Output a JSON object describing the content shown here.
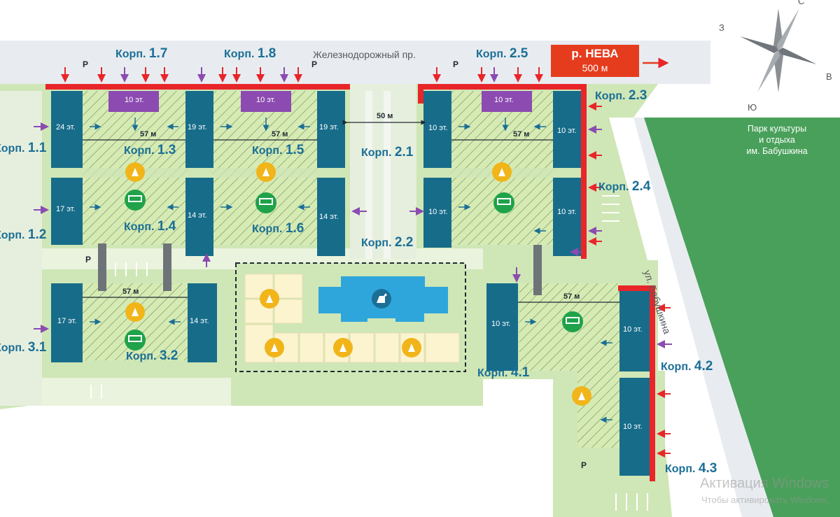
{
  "road_top": "Железнодорожный пр.",
  "road_right": "ул. Бабушкина",
  "neva": {
    "name": "р. НЕВА",
    "distance": "500 м"
  },
  "park": {
    "line1": "Парк культуры",
    "line2": "и отдыха",
    "line3": "им. Бабушкина"
  },
  "compass": {
    "west": "З",
    "east": "В",
    "south": "Ю",
    "north": "С"
  },
  "corpus_prefix": "Корп.",
  "corpuses": {
    "c1_1": "1.1",
    "c1_2": "1.2",
    "c1_3": "1.3",
    "c1_4": "1.4",
    "c1_5": "1.5",
    "c1_6": "1.6",
    "c1_7": "1.7",
    "c1_8": "1.8",
    "c2_1": "2.1",
    "c2_2": "2.2",
    "c2_3": "2.3",
    "c2_4": "2.4",
    "c2_5": "2.5",
    "c3_1": "3.1",
    "c3_2": "3.2",
    "c4_1": "4.1",
    "c4_2": "4.2",
    "c4_3": "4.3"
  },
  "floors": {
    "f24": "24 эт.",
    "f19": "19 эт.",
    "f17": "17 эт.",
    "f14": "14 эт.",
    "f10": "10 эт."
  },
  "distances": {
    "d57": "57 м",
    "d50": "50 м"
  },
  "parking": "P",
  "watermark": {
    "line1": "Активация Windows",
    "line2": "Чтобы активировать Windows,"
  },
  "colors": {
    "building": "#176c8a",
    "shop": "#8b4bb0",
    "courtyard": "#d6ebb4",
    "park": "#49a05a",
    "red_line": "#e8262a",
    "water": "#2ea6dc",
    "playground": "#f1b51a",
    "sport": "#1fa24a"
  }
}
